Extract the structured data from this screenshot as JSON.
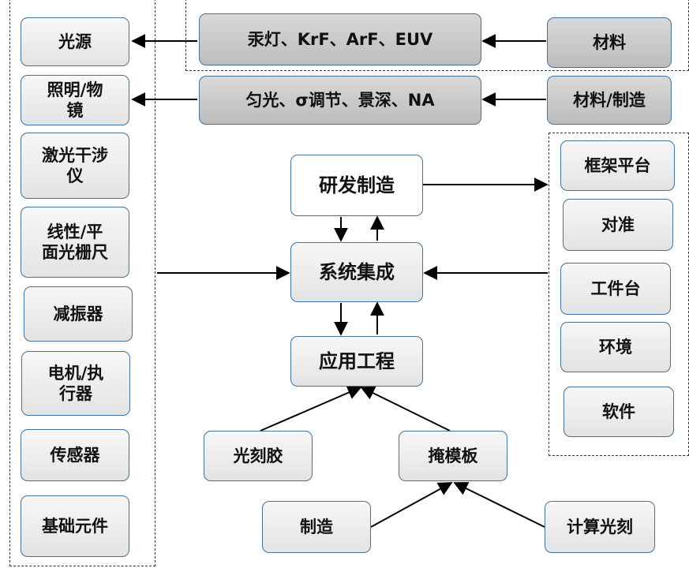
{
  "left_components": [
    "光源",
    "照明/物\n镜",
    "激光干涉\n仪",
    "线性/平\n面光栅尺",
    "减振器",
    "电机/执\n行器",
    "传感器",
    "基础元件"
  ],
  "top_process": [
    "汞灯、KrF、ArF、EUV",
    "匀光、σ调节、景深、NA"
  ],
  "top_materials": [
    "材料",
    "材料/制造"
  ],
  "core": [
    "研发制造",
    "系统集成",
    "应用工程"
  ],
  "right_components": [
    "框架平台",
    "对准",
    "工件台",
    "环境",
    "软件"
  ],
  "bottom_inputs": [
    "光刻胶",
    "掩模板"
  ],
  "bottom_sources": [
    "制造",
    "计算光刻"
  ],
  "colors": {
    "border": "#41719c",
    "arrow": "#000000",
    "dashed": "#333333"
  }
}
